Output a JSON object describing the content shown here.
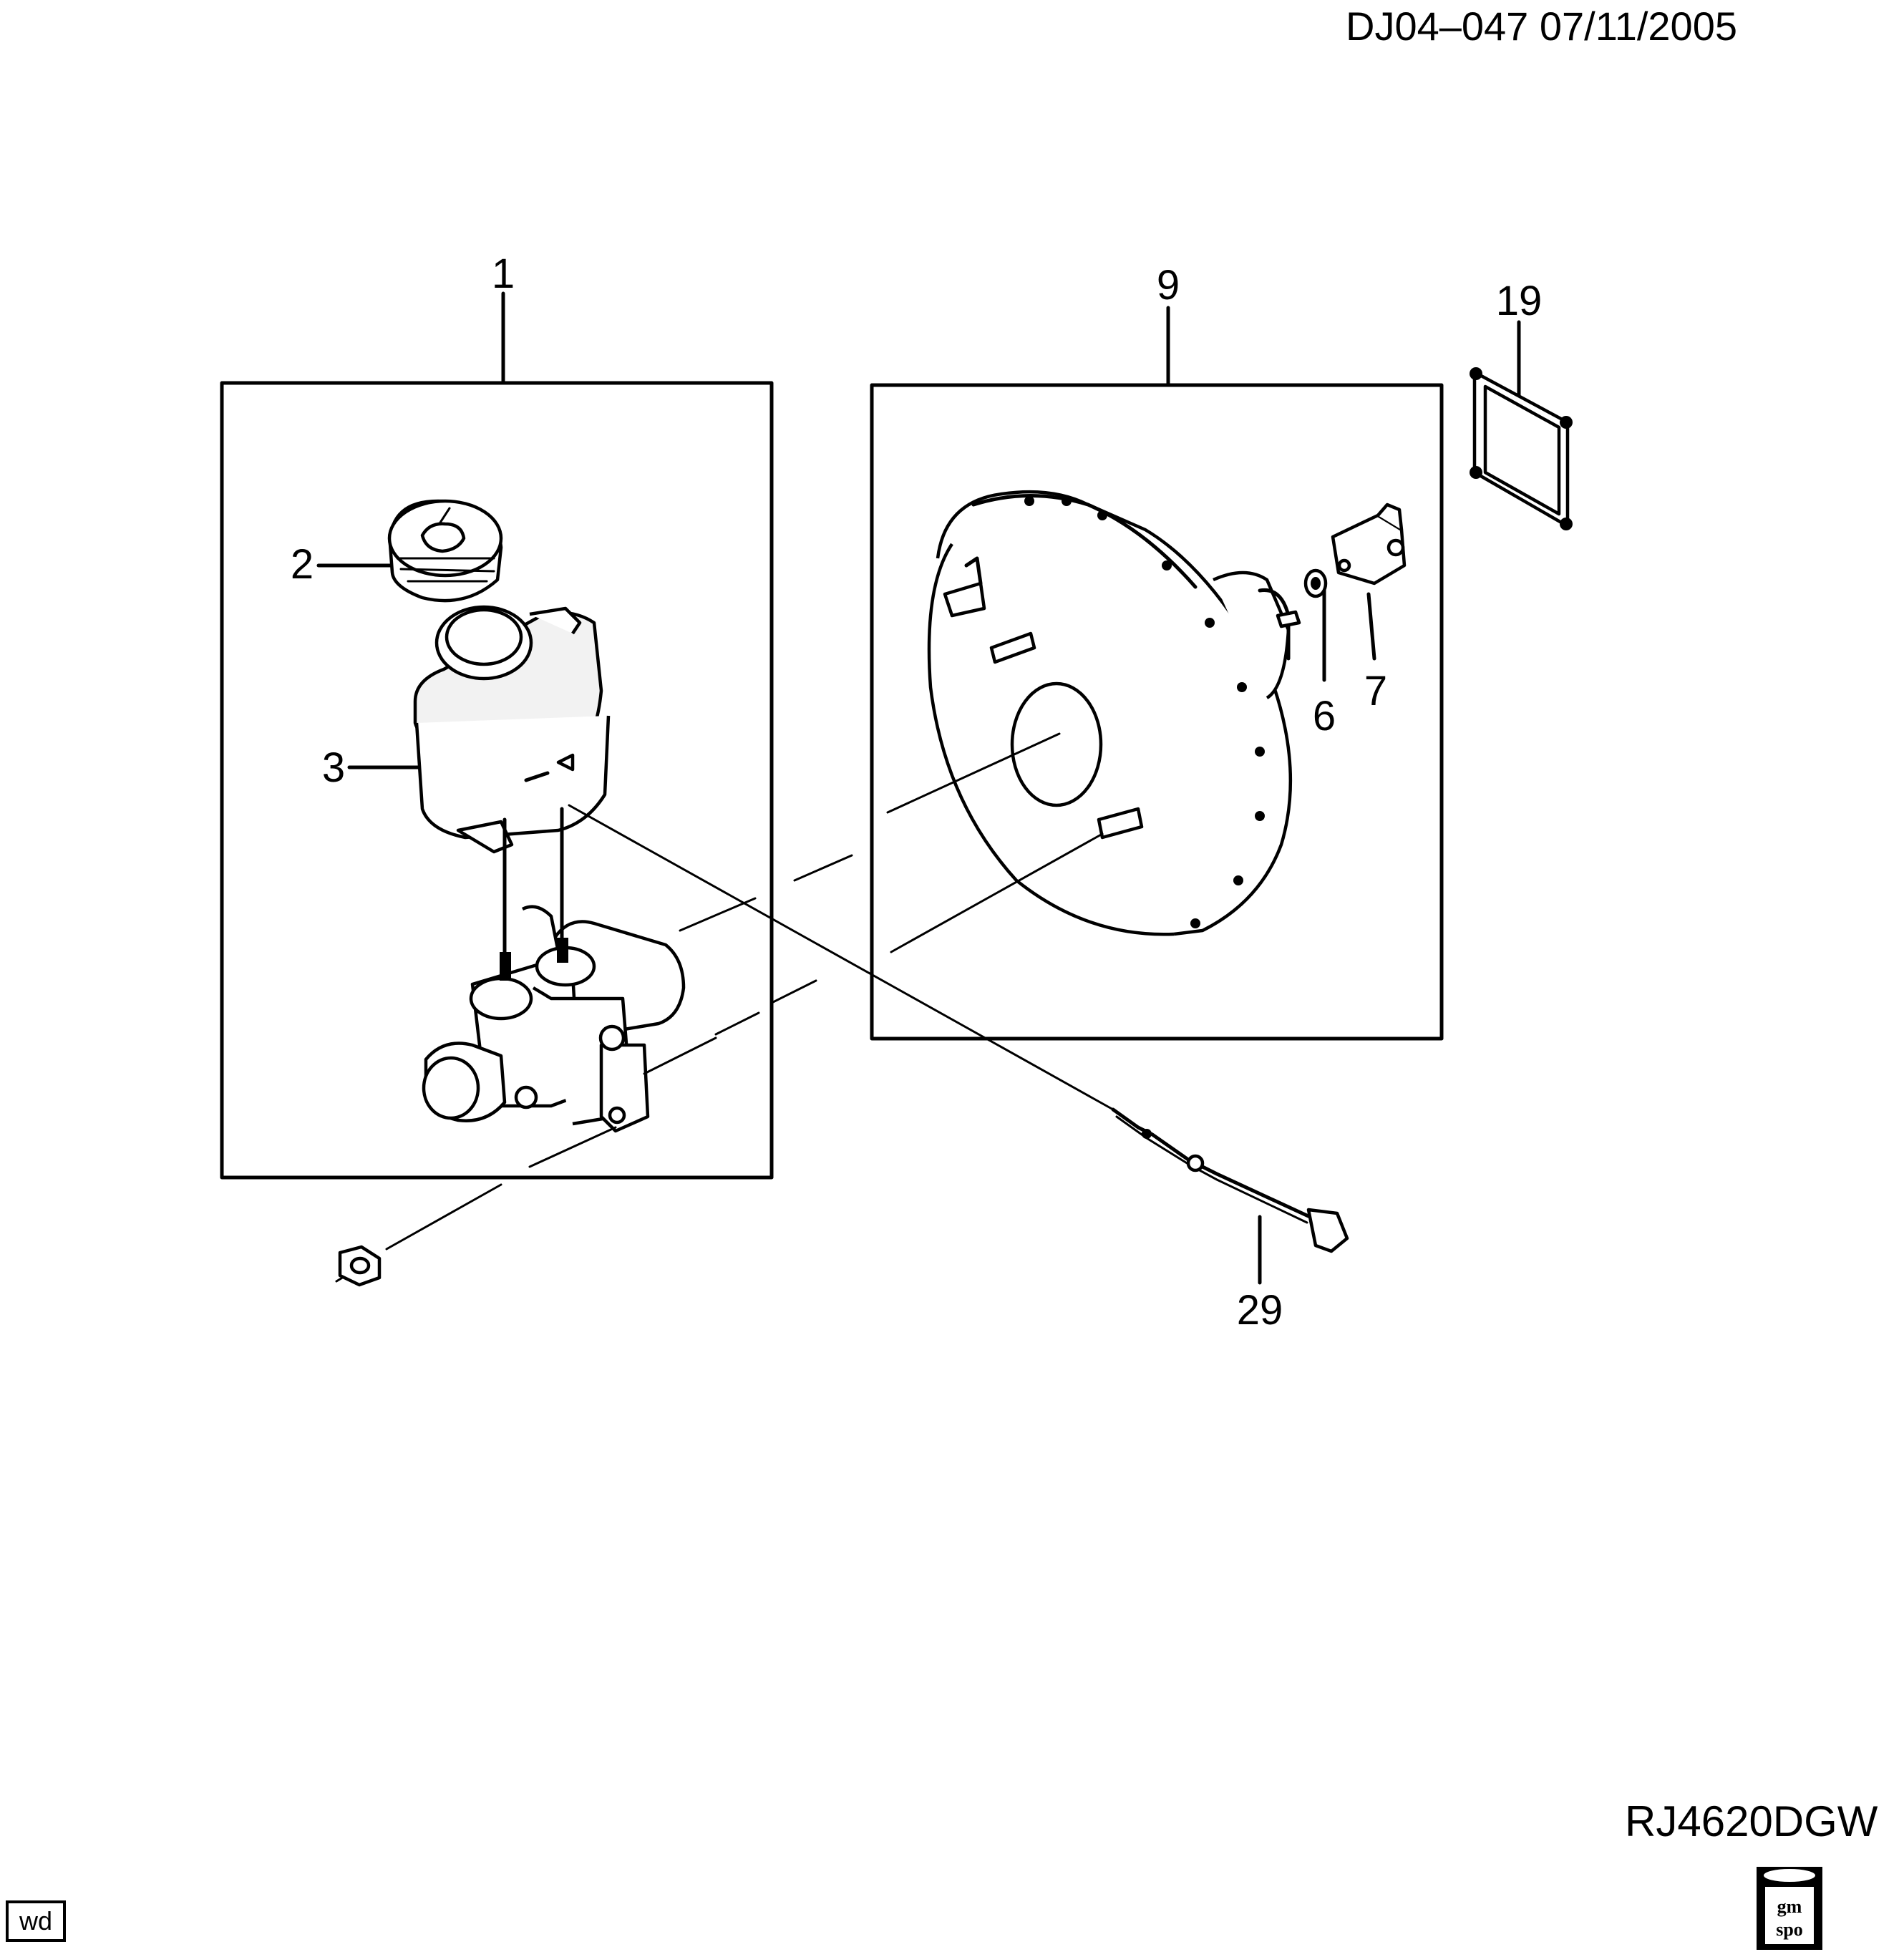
{
  "diagram": {
    "header_code": "DJ04–047  07/11/2005",
    "footer_code": "RJ4620DGW",
    "corner_badge": "wd",
    "logo": {
      "icon": "gm-spo-logo",
      "text_top": "gm",
      "text_bottom": "spo"
    },
    "callouts": [
      {
        "id": "1",
        "label": "1"
      },
      {
        "id": "2",
        "label": "2"
      },
      {
        "id": "3",
        "label": "3"
      },
      {
        "id": "6",
        "label": "6"
      },
      {
        "id": "7",
        "label": "7"
      },
      {
        "id": "9",
        "label": "9"
      },
      {
        "id": "19",
        "label": "19"
      },
      {
        "id": "29",
        "label": "29"
      }
    ]
  }
}
